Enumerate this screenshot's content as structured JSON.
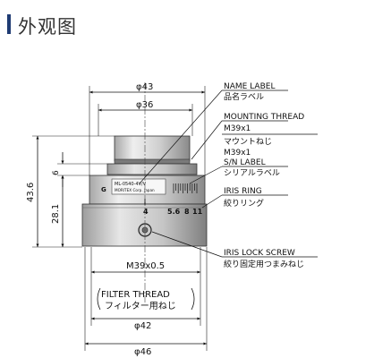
{
  "header": {
    "title": "外观图"
  },
  "diagram": {
    "dims": {
      "top_outer": "φ43",
      "top_inner": "φ36",
      "height_total": "43.6",
      "height_body": "28.1",
      "height_small": "6",
      "thread": "M39x0.5",
      "filter_en": "FILTER THREAD",
      "filter_jp": "フィルター用ねじ",
      "bottom_inner": "φ42",
      "bottom_outer": "φ46"
    },
    "callouts": {
      "name_en": "NAME LABEL",
      "name_jp": "品名ラベル",
      "mount_en": "MOUNTING THREAD",
      "mount_spec_en": "M39x1",
      "mount_jp": "マウントねじ",
      "mount_spec_jp": "M39x1",
      "sn_en": "S/N LABEL",
      "sn_jp": "シリアルラベル",
      "iris_en": "IRIS RING",
      "iris_jp": "絞りリング",
      "lock_en": "IRIS LOCK SCREW",
      "lock_jp": "絞り固定用つまみねじ"
    },
    "lens_marks": {
      "g": "G",
      "label1": "ML-0540-4V/V",
      "label2": "MORITEX Corp. Japan",
      "num4": "4",
      "num56": "5.6",
      "num8": "8",
      "num11": "11"
    }
  }
}
